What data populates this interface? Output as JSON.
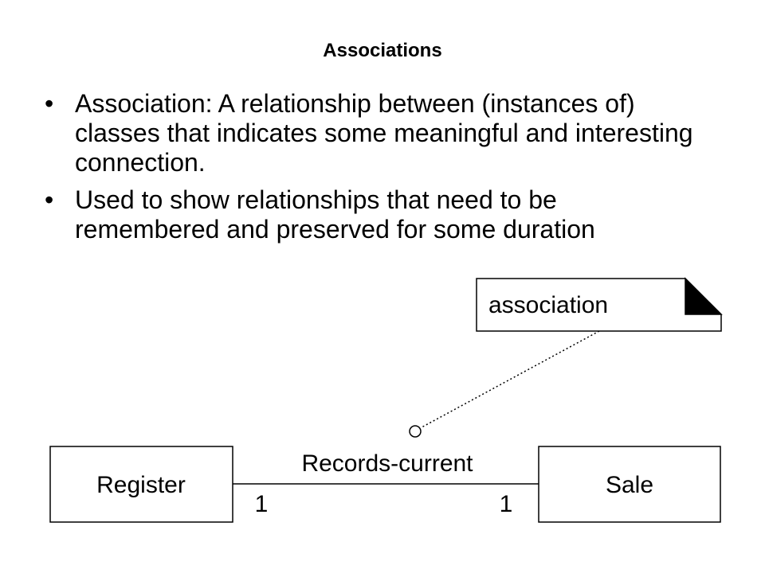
{
  "title": "Associations",
  "bullets": [
    {
      "symbol": "•",
      "text": "Association: A relationship between (instances of) classes that indicates some meaningful and interesting connection."
    },
    {
      "symbol": "•",
      "text": "Used to show relationships that need to be remembered and preserved for some duration"
    }
  ],
  "diagram": {
    "note_text": "association",
    "class_left": "Register",
    "class_right": "Sale",
    "association_name": "Records-current",
    "multiplicity_left": "1",
    "multiplicity_right": "1"
  }
}
